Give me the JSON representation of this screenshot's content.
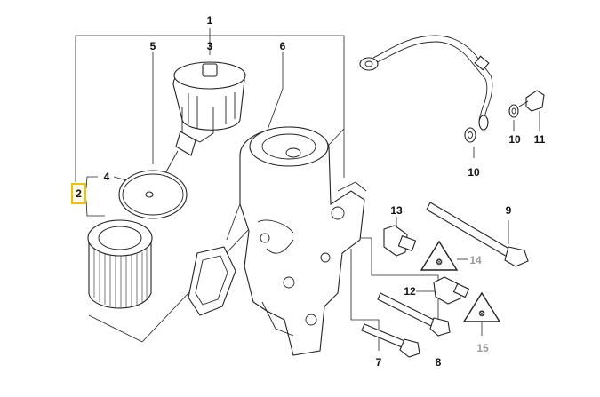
{
  "diagram": {
    "callouts": {
      "c1": "1",
      "c2": "2",
      "c3": "3",
      "c4": "4",
      "c5": "5",
      "c6": "6",
      "c7": "7",
      "c8": "8",
      "c9": "9",
      "c10a": "10",
      "c10b": "10",
      "c11": "11",
      "c12": "12",
      "c13": "13",
      "c14": "14",
      "c15": "15"
    },
    "highlighted_callout": "2",
    "colors": {
      "highlight": "#f2c200",
      "line": "#222222",
      "grey_label": "#9a9a9a"
    }
  }
}
